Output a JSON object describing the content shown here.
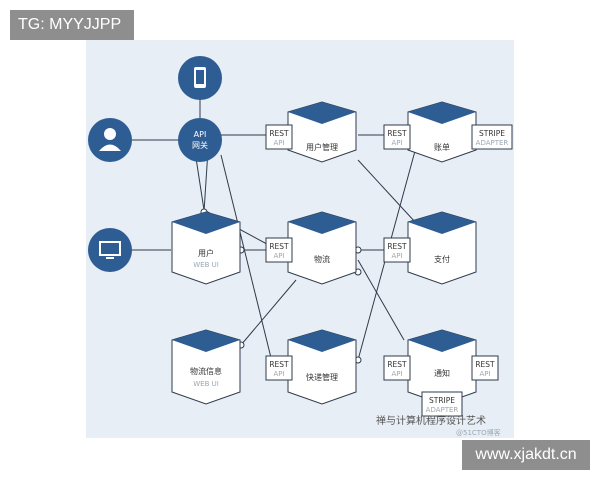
{
  "corner_tag": "TG: MYYJJPP",
  "site_label": "www.xjakdt.cn",
  "colors": {
    "blue": "#2e5d94",
    "line": "#2e3b4a",
    "box": "#ffffff",
    "bg": "#e8eef5"
  },
  "diagram": {
    "api_gateway": {
      "line1": "API",
      "line2": "网关"
    },
    "nodes": {
      "user_mgmt": {
        "label": "用户管理"
      },
      "account": {
        "label": "账单"
      },
      "user_web": {
        "label": "用户",
        "sub": "WEB UI"
      },
      "logistics": {
        "label": "物流"
      },
      "payment": {
        "label": "支付"
      },
      "logistics_info": {
        "label": "物流信息",
        "sub": "WEB UI"
      },
      "delivery_mgmt": {
        "label": "快递管理"
      },
      "notify": {
        "label": "通知"
      }
    },
    "rest": {
      "title": "REST",
      "sub": "API"
    },
    "stripe": {
      "title": "STRIPE",
      "sub": "ADAPTER"
    },
    "icons": [
      "mobile-phone-icon",
      "user-icon",
      "monitor-icon"
    ]
  },
  "watermark": {
    "line1": "禅与计算机程序设计艺术",
    "line2": "@51CTO博客"
  }
}
